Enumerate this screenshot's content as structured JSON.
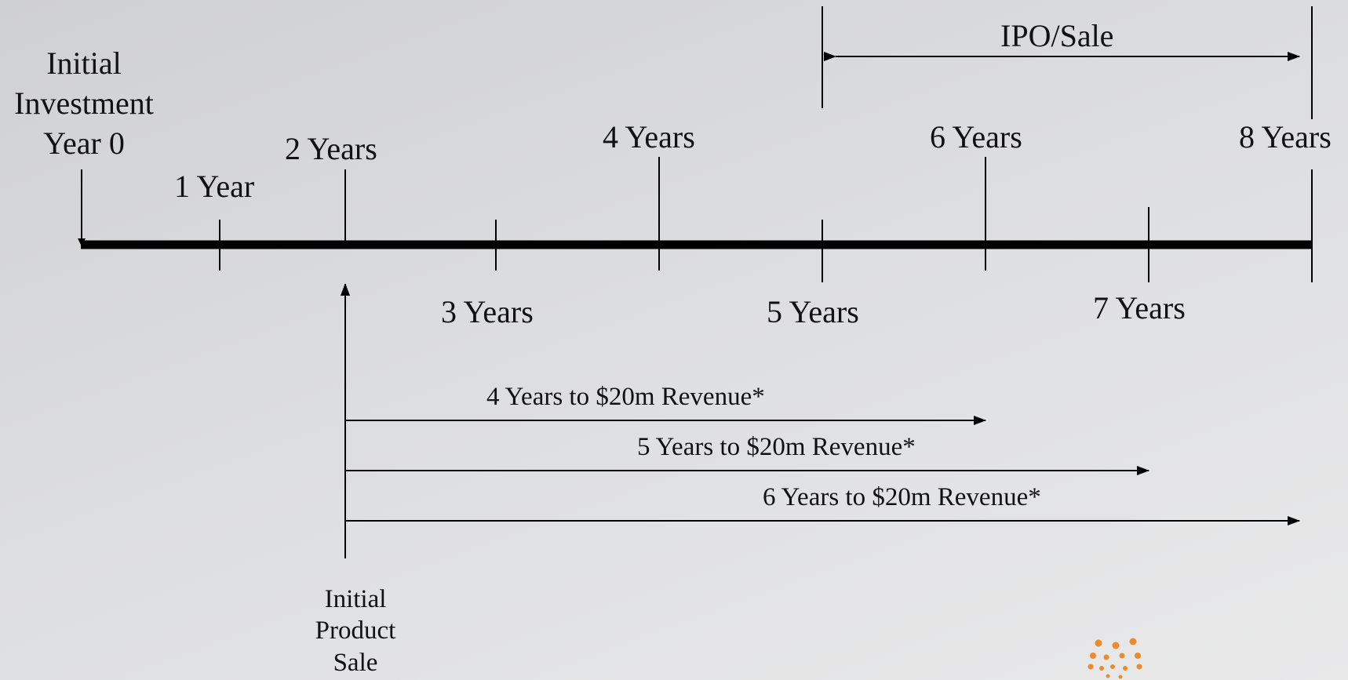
{
  "timeline": {
    "start_label": [
      "Initial",
      "Investment",
      "Year 0"
    ],
    "tick_labels": [
      "1 Year",
      "2 Years",
      "3 Years",
      "4 Years",
      "5 Years",
      "6 Years",
      "7 Years",
      "8 Years"
    ],
    "ipo_label": "IPO/Sale",
    "product_sale_label": [
      "Initial",
      "Product",
      "Sale"
    ]
  },
  "revenue_arrows": [
    {
      "label": "4 Years to $20m Revenue*",
      "years": 4
    },
    {
      "label": "5 Years to $20m Revenue*",
      "years": 5
    },
    {
      "label": "6 Years to $20m Revenue*",
      "years": 6
    }
  ],
  "colors": {
    "line": "#000000",
    "logo": "#ec8a2e"
  }
}
